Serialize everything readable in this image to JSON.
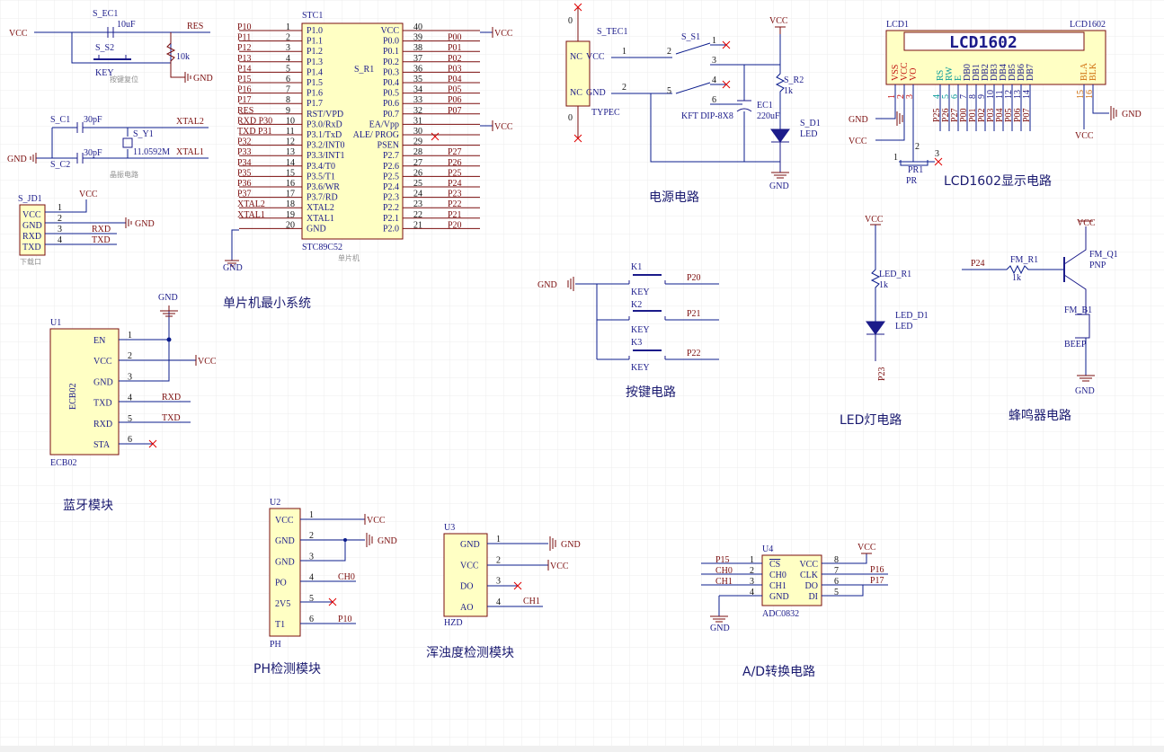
{
  "colors": {
    "wire": "#0b1c8c",
    "pin": "#7a0c0c",
    "comp": "#1b1b8a",
    "body": "#ffffc4",
    "power": "#7a0c0c",
    "grid": "#eeeeee",
    "cross": "#e00000"
  },
  "blocks": {
    "mcu": {
      "designator": "STC1",
      "value": "STC89C52",
      "caption": "单片机",
      "title": "单片机最小系统",
      "left_pins": [
        {
          "num": "1",
          "name": "P1.0",
          "net": "P10"
        },
        {
          "num": "2",
          "name": "P1.1",
          "net": "P11"
        },
        {
          "num": "3",
          "name": "P1.2",
          "net": "P12"
        },
        {
          "num": "4",
          "name": "P1.3",
          "net": "P13"
        },
        {
          "num": "5",
          "name": "P1.4",
          "net": "P14"
        },
        {
          "num": "6",
          "name": "P1.5",
          "net": "P15"
        },
        {
          "num": "7",
          "name": "P1.6",
          "net": "P16"
        },
        {
          "num": "8",
          "name": "P1.7",
          "net": "P17"
        },
        {
          "num": "9",
          "name": "RST/VPD",
          "net": "RES"
        },
        {
          "num": "10",
          "name": "P3.0/RxD",
          "net": "RXD P30"
        },
        {
          "num": "11",
          "name": "P3.1/TxD",
          "net": "TXD P31"
        },
        {
          "num": "12",
          "name": "P3.2/INT0",
          "net": "P32"
        },
        {
          "num": "13",
          "name": "P3.3/INT1",
          "net": "P33"
        },
        {
          "num": "14",
          "name": "P3.4/T0",
          "net": "P34"
        },
        {
          "num": "15",
          "name": "P3.5/T1",
          "net": "P35"
        },
        {
          "num": "16",
          "name": "P3.6/WR",
          "net": "P36"
        },
        {
          "num": "17",
          "name": "P3.7/RD",
          "net": "P37"
        },
        {
          "num": "18",
          "name": "XTAL2",
          "net": "XTAL2"
        },
        {
          "num": "19",
          "name": "XTAL1",
          "net": "XTAL1"
        },
        {
          "num": "20",
          "name": "GND",
          "net": ""
        }
      ],
      "right_pins": [
        {
          "num": "40",
          "name": "VCC",
          "net": ""
        },
        {
          "num": "39",
          "name": "P0.0",
          "net": "P00"
        },
        {
          "num": "38",
          "name": "P0.1",
          "net": "P01"
        },
        {
          "num": "37",
          "name": "P0.2",
          "net": "P02"
        },
        {
          "num": "36",
          "name": "P0.3",
          "net": "P03"
        },
        {
          "num": "35",
          "name": "P0.4",
          "net": "P04"
        },
        {
          "num": "34",
          "name": "P0.5",
          "net": "P05"
        },
        {
          "num": "33",
          "name": "P0.6",
          "net": "P06"
        },
        {
          "num": "32",
          "name": "P0.7",
          "net": "P07"
        },
        {
          "num": "31",
          "name": "EA/Vpp",
          "net": ""
        },
        {
          "num": "30",
          "name": "ALE/ PROG",
          "net": ""
        },
        {
          "num": "29",
          "name": "PSEN",
          "net": ""
        },
        {
          "num": "28",
          "name": "P2.7",
          "net": "P27"
        },
        {
          "num": "27",
          "name": "P2.6",
          "net": "P26"
        },
        {
          "num": "26",
          "name": "P2.5",
          "net": "P25"
        },
        {
          "num": "25",
          "name": "P2.4",
          "net": "P24"
        },
        {
          "num": "24",
          "name": "P2.3",
          "net": "P23"
        },
        {
          "num": "23",
          "name": "P2.2",
          "net": "P22"
        },
        {
          "num": "22",
          "name": "P2.1",
          "net": "P21"
        },
        {
          "num": "21",
          "name": "P2.0",
          "net": "P20"
        }
      ],
      "rp_label": "S_R1",
      "vcc": "VCC",
      "gnd": "GND"
    },
    "reset": {
      "vcc": "VCC",
      "cap": "S_EC1",
      "cap_val": "10uF",
      "switch": "S_S2",
      "switch_val": "KEY",
      "res": "RES",
      "r_val": "10k",
      "gnd": "GND",
      "caption": "按键复位"
    },
    "crystal": {
      "c1": "S_C1",
      "c1v": "30pF",
      "c2": "S_C2",
      "c2v": "30pF",
      "y": "S_Y1",
      "yv": "11.0592M",
      "x2": "XTAL2",
      "x1": "XTAL1",
      "gnd": "GND",
      "caption": "晶振电路"
    },
    "download": {
      "name": "S_JD1",
      "pins": [
        "VCC",
        "GND",
        "RXD",
        "TXD"
      ],
      "nums": [
        "1",
        "2",
        "3",
        "4"
      ],
      "vcc": "VCC",
      "gnd": "GND",
      "rxd": "RXD",
      "txd": "TXD",
      "caption": "下载口"
    },
    "power": {
      "tec": "S_TEC1",
      "typec": "TYPEC",
      "nc": "NC",
      "zero": "0",
      "vcc": "VCC",
      "gnd": "GND",
      "sw": "S_S1",
      "swv": "KFT DIP-8X8",
      "sw_nums": [
        "1",
        "2",
        "3",
        "4",
        "5",
        "6"
      ],
      "ec": "EC1",
      "ecv": "220uF",
      "r": "S_R2",
      "rv": "1k",
      "d": "S_D1",
      "dv": "LED",
      "pin1": "1",
      "pin2": "2",
      "title": "电源电路"
    },
    "lcd": {
      "designator": "LCD1",
      "value": "LCD1602",
      "big": "LCD1602",
      "pins": [
        "VSS",
        "VCC",
        "VO",
        "RS",
        "RW",
        "E",
        "DB0",
        "DB1",
        "DB2",
        "DB3",
        "DB4",
        "DB5",
        "DB6",
        "DB7",
        "BLA",
        "BLK"
      ],
      "nums": [
        "1",
        "2",
        "3",
        "4",
        "5",
        "6",
        "7",
        "8",
        "9",
        "10",
        "11",
        "12",
        "13",
        "14",
        "15",
        "16"
      ],
      "nets": [
        "",
        "",
        "",
        "P25",
        "P26",
        "P27",
        "P00",
        "P01",
        "P02",
        "P03",
        "P04",
        "P05",
        "P06",
        "P07",
        "",
        ""
      ],
      "gnd": "GND",
      "vcc": "VCC",
      "pr": "PR1",
      "prv": "PR",
      "n1": "1",
      "n2": "2",
      "n3": "3",
      "title": "LCD1602显示电路"
    },
    "bluetooth": {
      "designator": "U1",
      "value": "ECB02",
      "inner": "ECB02",
      "pins": [
        "EN",
        "VCC",
        "GND",
        "TXD",
        "RXD",
        "STA"
      ],
      "nums": [
        "1",
        "2",
        "3",
        "4",
        "5",
        "6"
      ],
      "gnd": "GND",
      "vcc": "VCC",
      "rxd": "RXD",
      "txd": "TXD",
      "title": "蓝牙模块"
    },
    "ph": {
      "designator": "U2",
      "value": "PH",
      "pins": [
        "VCC",
        "GND",
        "GND",
        "PO",
        "2V5",
        "T1"
      ],
      "nums": [
        "1",
        "2",
        "3",
        "4",
        "5",
        "6"
      ],
      "vcc": "VCC",
      "gnd": "GND",
      "ch0": "CH0",
      "p10": "P10",
      "title": "PH检测模块"
    },
    "turbidity": {
      "designator": "U3",
      "value": "HZD",
      "pins": [
        "GND",
        "VCC",
        "DO",
        "AO"
      ],
      "nums": [
        "1",
        "2",
        "3",
        "4"
      ],
      "vcc": "VCC",
      "gnd": "GND",
      "ch1": "CH1",
      "title": "浑浊度检测模块"
    },
    "adc": {
      "designator": "U4",
      "value": "ADC0832",
      "left": [
        "CS",
        "CH0",
        "CH1",
        "GND"
      ],
      "right": [
        "VCC",
        "CLK",
        "DO",
        "DI"
      ],
      "lnums": [
        "1",
        "2",
        "3",
        "4"
      ],
      "rnums": [
        "8",
        "7",
        "6",
        "5"
      ],
      "nets_left": [
        "P15",
        "CH0",
        "CH1"
      ],
      "p16": "P16",
      "p17": "P17",
      "vcc": "VCC",
      "gnd": "GND",
      "title": "A/D转换电路"
    },
    "keys": {
      "gnd": "GND",
      "names": [
        "K1",
        "K2",
        "K3"
      ],
      "val": "KEY",
      "nets": [
        "P20",
        "P21",
        "P22"
      ],
      "title": "按键电路"
    },
    "led": {
      "vcc": "VCC",
      "r": "LED_R1",
      "rv": "1k",
      "d": "LED_D1",
      "dv": "LED",
      "net": "P23",
      "title": "LED灯电路"
    },
    "buzzer": {
      "vcc": "VCC",
      "net": "P24",
      "r": "FM_R1",
      "rv": "1k",
      "q": "FM_Q1",
      "qv": "PNP",
      "b": "FM_B1",
      "bv": "BEEP",
      "gnd": "GND",
      "title": "蜂鸣器电路"
    }
  }
}
